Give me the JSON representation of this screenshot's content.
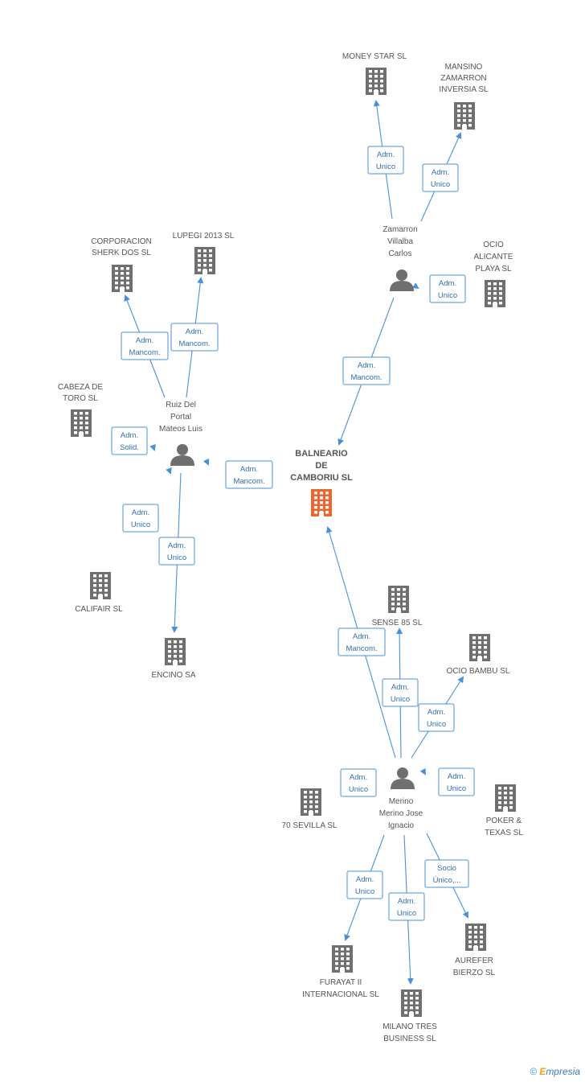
{
  "center": {
    "label_lines": [
      "BALNEARIO",
      "DE",
      "CAMBORIU SL"
    ],
    "color": "#f2622e"
  },
  "companies": [
    {
      "id": "money-star",
      "label_lines": [
        "MONEY STAR SL"
      ]
    },
    {
      "id": "mansino",
      "label_lines": [
        "MANSINO",
        "ZAMARRON",
        "INVERSIA  SL"
      ]
    },
    {
      "id": "ocio-alicante",
      "label_lines": [
        "OCIO",
        "ALICANTE",
        "PLAYA SL"
      ]
    },
    {
      "id": "corporacion",
      "label_lines": [
        "CORPORACION",
        "SHERK DOS SL"
      ]
    },
    {
      "id": "lupegi",
      "label_lines": [
        "LUPEGI 2013  SL"
      ]
    },
    {
      "id": "cabeza",
      "label_lines": [
        "CABEZA DE",
        "TORO  SL"
      ]
    },
    {
      "id": "califair",
      "label_lines": [
        "CALIFAIR SL"
      ]
    },
    {
      "id": "encino",
      "label_lines": [
        "ENCINO SA"
      ]
    },
    {
      "id": "sense85",
      "label_lines": [
        "SENSE 85  SL"
      ]
    },
    {
      "id": "ocio-bambu",
      "label_lines": [
        "OCIO BAMBU SL"
      ]
    },
    {
      "id": "sevilla70",
      "label_lines": [
        "70 SEVILLA  SL"
      ]
    },
    {
      "id": "poker",
      "label_lines": [
        "POKER &",
        "TEXAS SL"
      ]
    },
    {
      "id": "furayat",
      "label_lines": [
        "FURAYAT II",
        "INTERNACIONAL SL"
      ]
    },
    {
      "id": "milano",
      "label_lines": [
        "MILANO TRES",
        "BUSINESS SL"
      ]
    },
    {
      "id": "aurefer",
      "label_lines": [
        "AUREFER",
        "BIERZO SL"
      ]
    }
  ],
  "persons": [
    {
      "id": "zamarron",
      "label_lines": [
        "Zamarron",
        "Villalba",
        "Carlos"
      ]
    },
    {
      "id": "ruiz",
      "label_lines": [
        "Ruiz Del",
        "Portal",
        "Mateos Luis"
      ]
    },
    {
      "id": "merino",
      "label_lines": [
        "Merino",
        "Merino Jose",
        "Ignacio"
      ]
    }
  ],
  "relations": [
    {
      "id": "zam-money",
      "lines": [
        "Adm.",
        "Unico"
      ]
    },
    {
      "id": "zam-mansino",
      "lines": [
        "Adm.",
        "Unico"
      ]
    },
    {
      "id": "zam-ocio",
      "lines": [
        "Adm.",
        "Unico"
      ]
    },
    {
      "id": "zam-center",
      "lines": [
        "Adm.",
        "Mancom."
      ]
    },
    {
      "id": "ruiz-corp",
      "lines": [
        "Adm.",
        "Mancom."
      ]
    },
    {
      "id": "ruiz-lupegi",
      "lines": [
        "Adm.",
        "Mancom."
      ]
    },
    {
      "id": "ruiz-cabeza",
      "lines": [
        "Adm.",
        "Solid."
      ]
    },
    {
      "id": "ruiz-center",
      "lines": [
        "Adm.",
        "Mancom."
      ]
    },
    {
      "id": "ruiz-califair",
      "lines": [
        "Adm.",
        "Unico"
      ]
    },
    {
      "id": "ruiz-encino",
      "lines": [
        "Adm.",
        "Unico"
      ]
    },
    {
      "id": "mer-center",
      "lines": [
        "Adm.",
        "Mancom."
      ]
    },
    {
      "id": "mer-sense",
      "lines": [
        "Adm.",
        "Unico"
      ]
    },
    {
      "id": "mer-bambu",
      "lines": [
        "Adm.",
        "Unico"
      ]
    },
    {
      "id": "mer-sevilla",
      "lines": [
        "Adm.",
        "Unico"
      ]
    },
    {
      "id": "mer-poker",
      "lines": [
        "Adm.",
        "Unico"
      ]
    },
    {
      "id": "mer-furayat",
      "lines": [
        "Adm.",
        "Unico"
      ]
    },
    {
      "id": "mer-milano",
      "lines": [
        "Adm.",
        "Unico"
      ]
    },
    {
      "id": "mer-aurefer",
      "lines": [
        "Socio",
        "Único,..."
      ]
    }
  ],
  "footer": {
    "copyright": "©",
    "brand_e": "E",
    "brand_rest": "mpresia"
  },
  "colors": {
    "edge": "#4a90d9",
    "building": "#6f6f6f",
    "person": "#6f6f6f"
  }
}
